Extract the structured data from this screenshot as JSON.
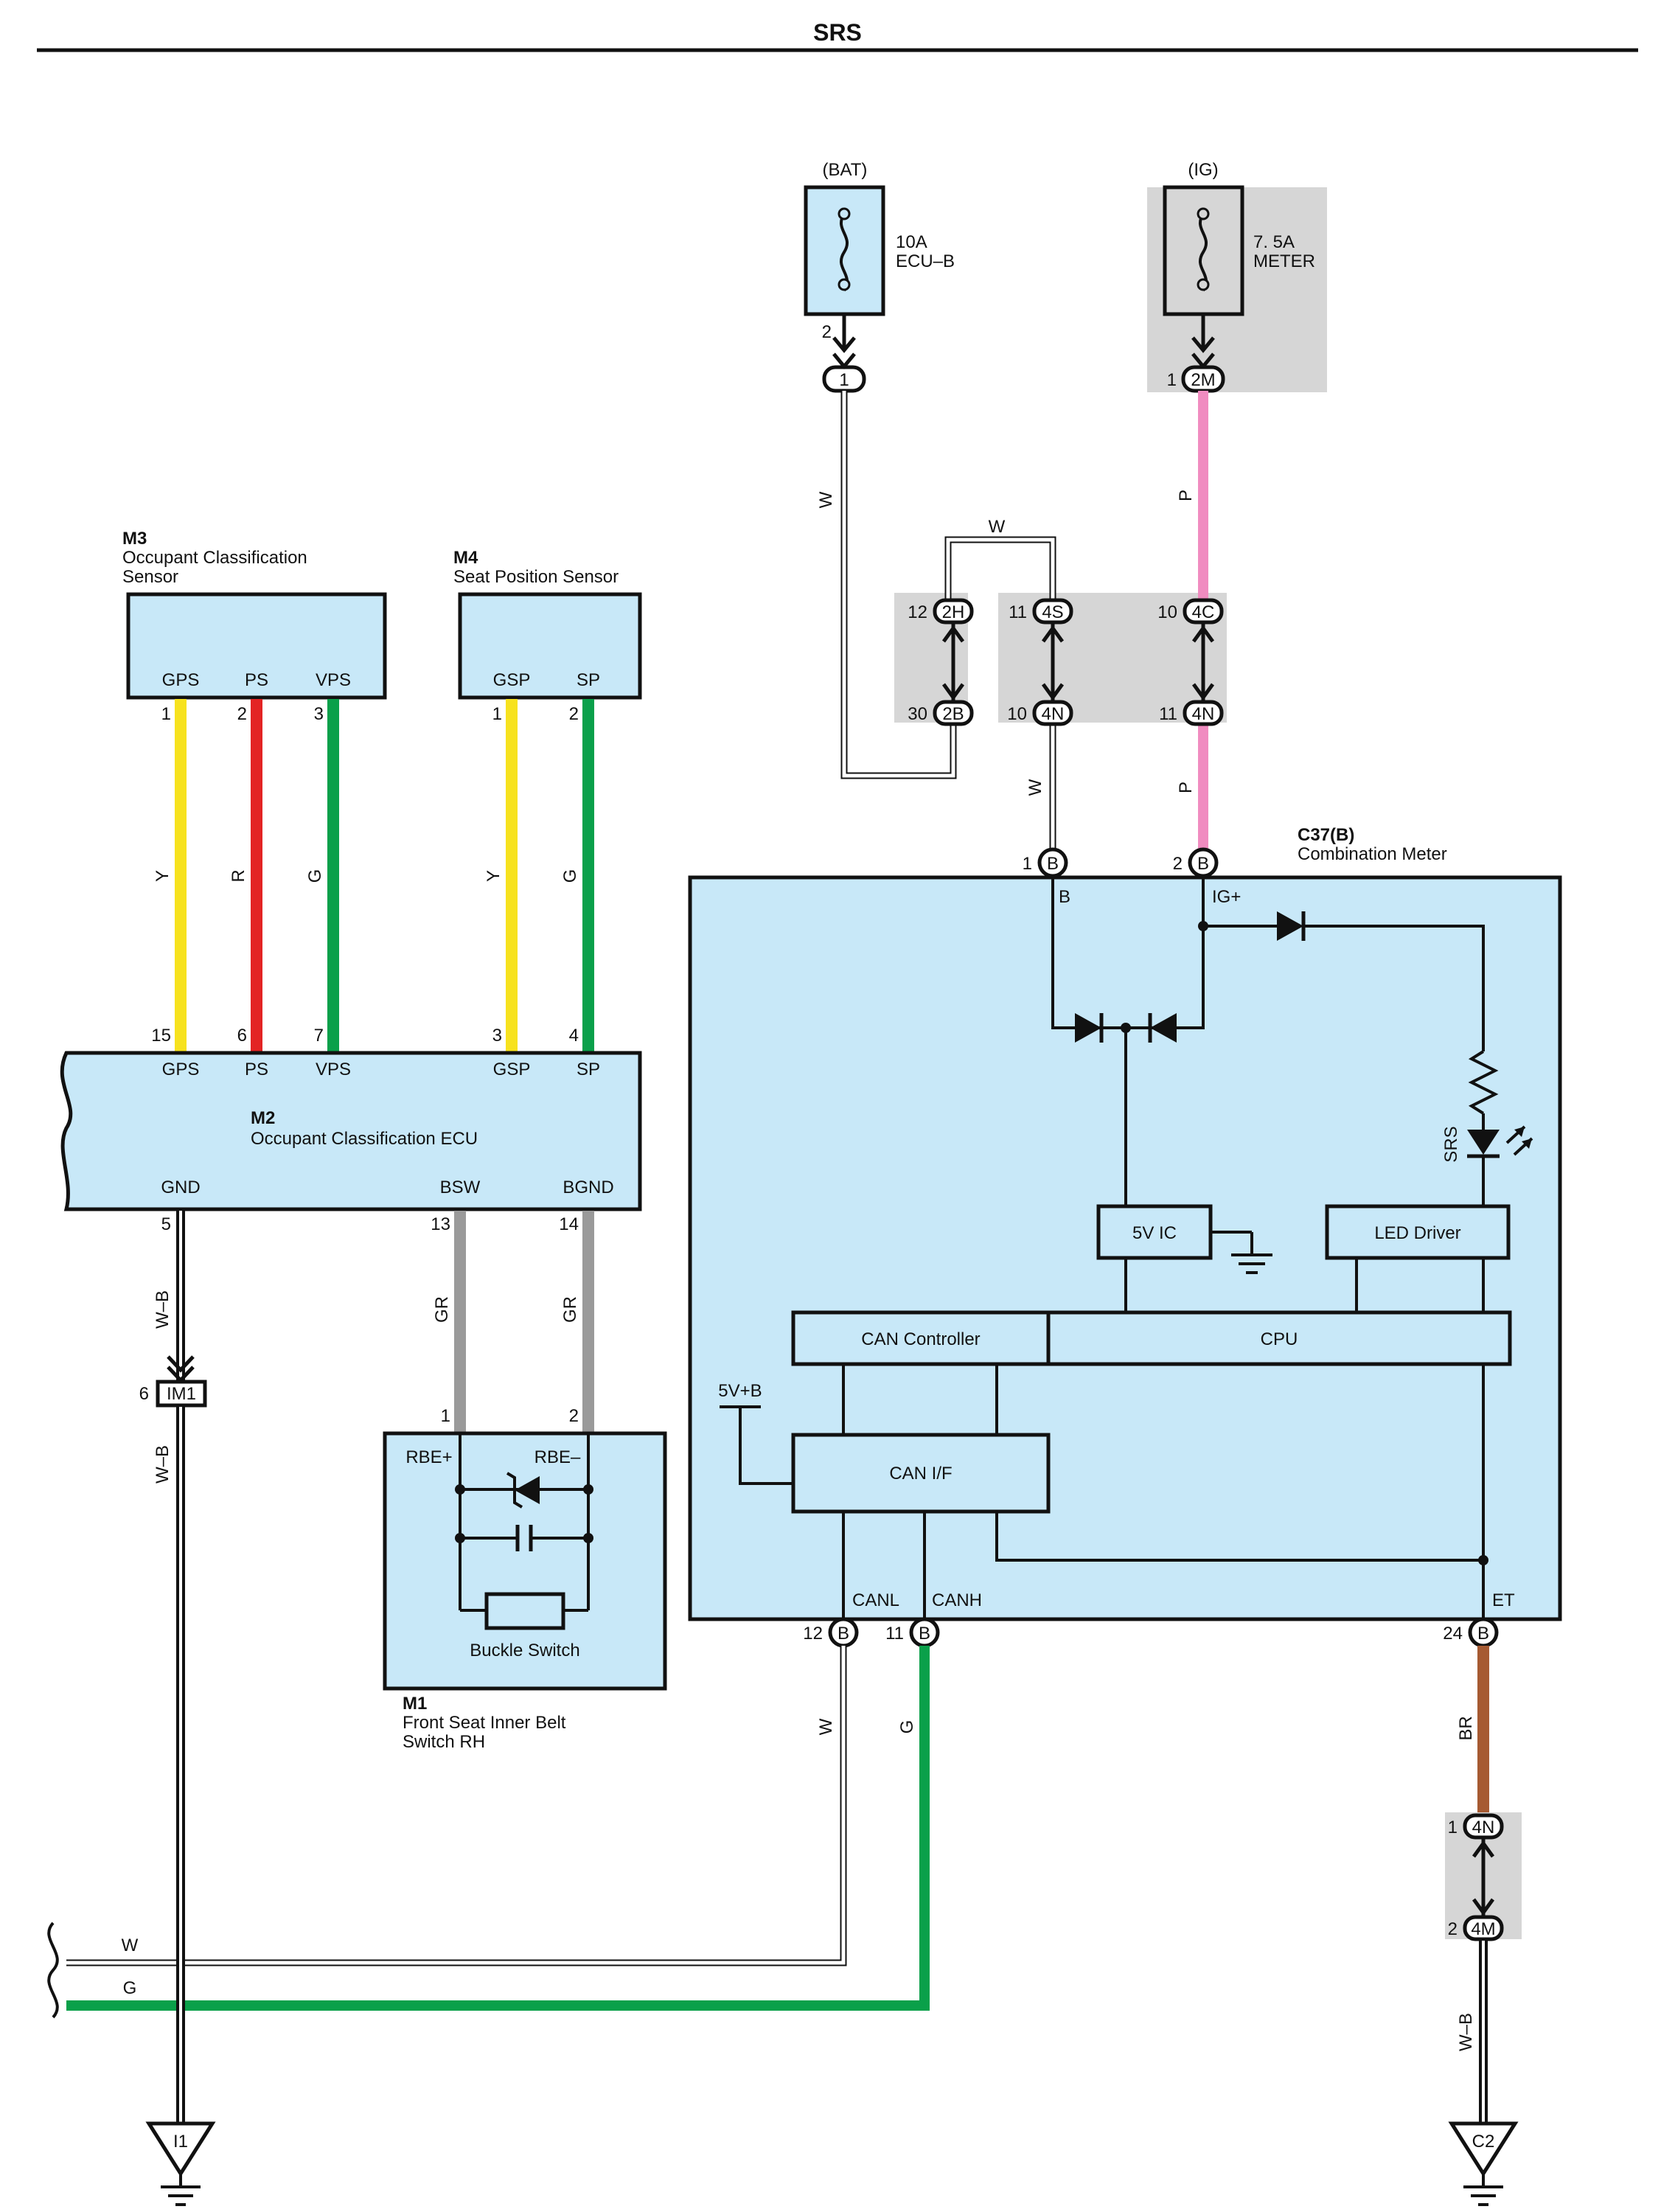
{
  "page_title": "SRS",
  "colors": {
    "light_blue": "#c8e8f8",
    "grey_box": "#d6d6d6",
    "yellow": "#f7e21e",
    "red": "#e32424",
    "green": "#0aa04a",
    "grey_wire": "#9a9a9a",
    "pink": "#f08cc0",
    "brown": "#a65a32",
    "white_wire": "#ffffff"
  },
  "fuses": {
    "bat": {
      "source": "(BAT)",
      "rating": "10A",
      "name": "ECU–B",
      "pin": "2",
      "conn_pin": "1"
    },
    "ig": {
      "source": "(IG)",
      "rating": "7. 5A",
      "name": "METER",
      "pin": "1",
      "conn": "2M"
    }
  },
  "wire_labels": {
    "w": "W",
    "p": "P",
    "y": "Y",
    "r": "R",
    "g": "G",
    "gr": "GR",
    "wb": "W–B",
    "br": "BR"
  },
  "connectors": {
    "c2h": {
      "pin": "12",
      "id": "2H"
    },
    "c2b": {
      "pin": "30",
      "id": "2B"
    },
    "c4s": {
      "pin": "11",
      "id": "4S"
    },
    "c4n_a": {
      "pin": "10",
      "id": "4N"
    },
    "c4c": {
      "pin": "10",
      "id": "4C"
    },
    "c4n_b": {
      "pin": "11",
      "id": "4N"
    },
    "im1": {
      "pin": "6",
      "id": "IM1"
    },
    "c4n_c": {
      "pin": "1",
      "id": "4N"
    },
    "c4m": {
      "pin": "2",
      "id": "4M"
    }
  },
  "m3": {
    "code": "M3",
    "name_line1": "Occupant Classification",
    "name_line2": "Sensor",
    "pins": [
      {
        "num": "1",
        "label": "GPS"
      },
      {
        "num": "2",
        "label": "PS"
      },
      {
        "num": "3",
        "label": "VPS"
      }
    ]
  },
  "m4": {
    "code": "M4",
    "name": "Seat Position Sensor",
    "pins": [
      {
        "num": "1",
        "label": "GSP"
      },
      {
        "num": "2",
        "label": "SP"
      }
    ]
  },
  "m2": {
    "code": "M2",
    "name": "Occupant Classification ECU",
    "top_pins": [
      {
        "num": "15",
        "label": "GPS"
      },
      {
        "num": "6",
        "label": "PS"
      },
      {
        "num": "7",
        "label": "VPS"
      },
      {
        "num": "3",
        "label": "GSP"
      },
      {
        "num": "4",
        "label": "SP"
      }
    ],
    "bottom_pins": [
      {
        "num": "5",
        "label": "GND"
      },
      {
        "num": "13",
        "label": "BSW"
      },
      {
        "num": "14",
        "label": "BGND"
      }
    ]
  },
  "m1": {
    "code": "M1",
    "name_line1": "Front Seat Inner Belt",
    "name_line2": "Switch RH",
    "pin_left": "1",
    "pin_right": "2",
    "label_left": "RBE+",
    "label_right": "RBE–",
    "switch": "Buckle Switch"
  },
  "c37": {
    "code": "C37(B)",
    "name": "Combination Meter",
    "conn": "B",
    "pins": {
      "b": "1",
      "igp": "2",
      "canl": "12",
      "canh": "11",
      "et": "24"
    },
    "pin_labels": {
      "b": "B",
      "igp": "IG+",
      "canl": "CANL",
      "canh": "CANH",
      "et": "ET"
    },
    "blocks": {
      "ic5v": "5V IC",
      "led_driver": "LED Driver",
      "can_controller": "CAN Controller",
      "cpu": "CPU",
      "can_if": "CAN I/F",
      "v5b": "5V+B"
    },
    "lamp": "SRS"
  },
  "grounds": {
    "i1": "I1",
    "c2": "C2"
  }
}
